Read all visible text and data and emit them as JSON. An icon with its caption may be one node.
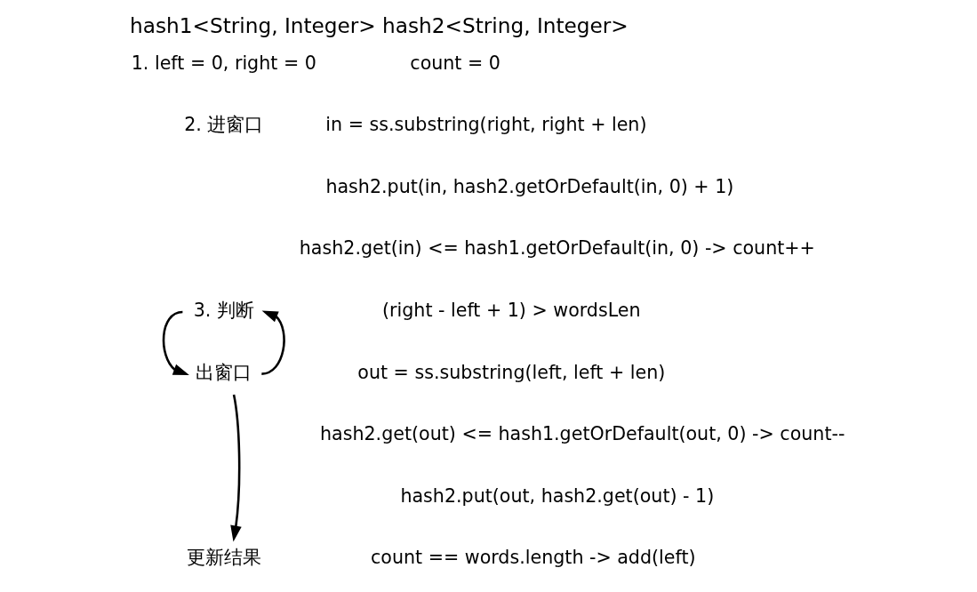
{
  "diagram": {
    "title": "hash1<String, Integer> hash2<String, Integer>",
    "nodes": [
      {
        "text": [
          "3. 判断"
        ]
      },
      {
        "text": [
          "出窗口"
        ]
      },
      {
        "text": [
          "更新结果"
        ]
      }
    ],
    "edges": [
      {
        "from": 0,
        "to": 1,
        "arrow": "to"
      },
      {
        "from": 1,
        "to": 0,
        "arrow": "to"
      },
      {
        "from": 1,
        "to": 2,
        "arrow": "to"
      }
    ],
    "labels": [
      "1. left = 0, right = 0",
      "count = 0",
      "2. 进窗口",
      "in = ss.substring(right, right + len)",
      "hash2.put(in, hash2.getOrDefault(in, 0) + 1)",
      "hash2.get(in) <= hash1.getOrDefault(in, 0) -> count++",
      "(right - left + 1) > wordsLen",
      "out = ss.substring(left, left + len)",
      "hash2.get(out) <= hash1.getOrDefault(out, 0) -> count--",
      "hash2.put(out, hash2.get(out) - 1)",
      "count == words.length -> add(left)"
    ]
  }
}
